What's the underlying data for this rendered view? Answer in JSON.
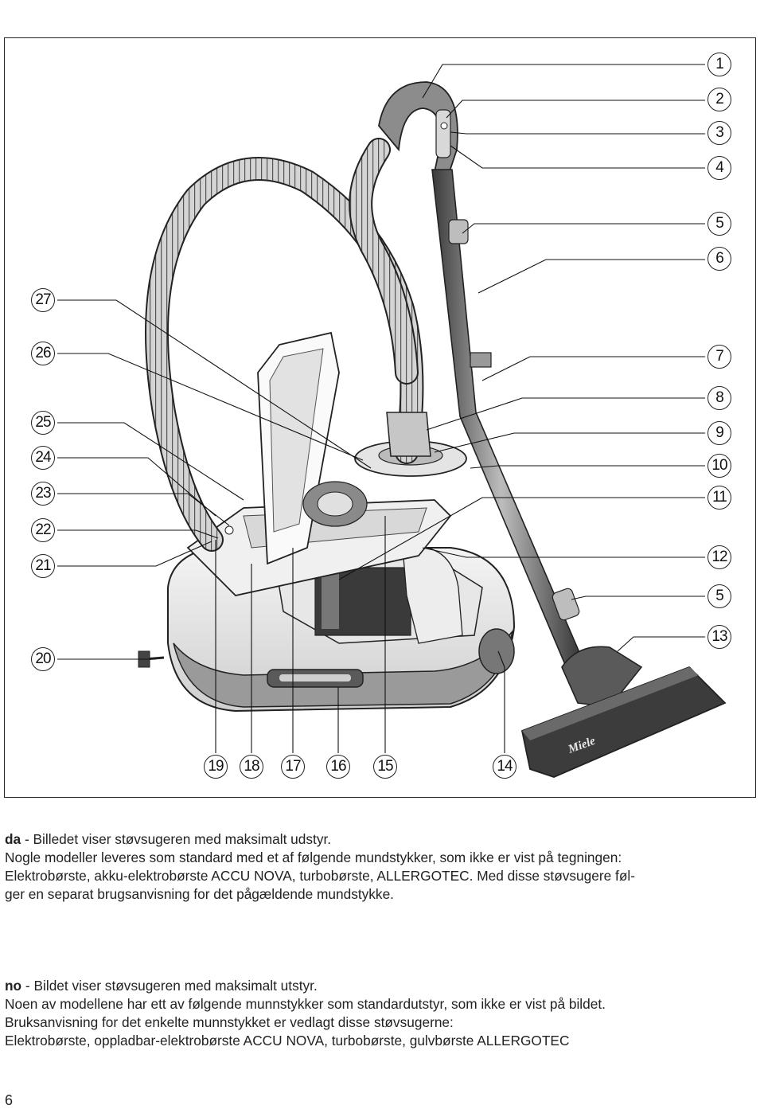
{
  "figure": {
    "callouts": [
      {
        "id": "c1",
        "label": "1"
      },
      {
        "id": "c2",
        "label": "2"
      },
      {
        "id": "c3",
        "label": "3"
      },
      {
        "id": "c4",
        "label": "4"
      },
      {
        "id": "c5a",
        "label": "5"
      },
      {
        "id": "c6",
        "label": "6"
      },
      {
        "id": "c7",
        "label": "7"
      },
      {
        "id": "c8",
        "label": "8"
      },
      {
        "id": "c9",
        "label": "9"
      },
      {
        "id": "c10",
        "label": "10"
      },
      {
        "id": "c11",
        "label": "11"
      },
      {
        "id": "c12",
        "label": "12"
      },
      {
        "id": "c5b",
        "label": "5"
      },
      {
        "id": "c13",
        "label": "13"
      },
      {
        "id": "c14",
        "label": "14"
      },
      {
        "id": "c15",
        "label": "15"
      },
      {
        "id": "c16",
        "label": "16"
      },
      {
        "id": "c17",
        "label": "17"
      },
      {
        "id": "c18",
        "label": "18"
      },
      {
        "id": "c19",
        "label": "19"
      },
      {
        "id": "c20",
        "label": "20"
      },
      {
        "id": "c21",
        "label": "21"
      },
      {
        "id": "c22",
        "label": "22"
      },
      {
        "id": "c23",
        "label": "23"
      },
      {
        "id": "c24",
        "label": "24"
      },
      {
        "id": "c25",
        "label": "25"
      },
      {
        "id": "c26",
        "label": "26"
      },
      {
        "id": "c27",
        "label": "27"
      }
    ],
    "brand_logo": "Miele"
  },
  "text_da": {
    "lang": "da",
    "intro": " - Billedet viser støvsugeren med maksimalt udstyr.",
    "line2": "Nogle modeller leveres som standard med et af følgende mundstykker, som ikke er vist på tegningen:",
    "line3": "Elektrobørste, akku-elektrobørste ACCU NOVA, turbobørste, ALLERGOTEC. Med disse støvsugere føl-",
    "line4": "ger en separat brugsanvisning for det pågældende mundstykke."
  },
  "text_no": {
    "lang": "no",
    "intro": " - Bildet viser støvsugeren med maksimalt utstyr.",
    "line2": "Noen av modellene har ett av følgende munnstykker som standardutstyr, som ikke er vist på bildet.",
    "line3": "Bruksanvisning for det enkelte munnstykket er vedlagt disse støvsugerne:",
    "line4": "Elektrobørste, oppladbar-elektrobørste ACCU NOVA, turbobørste, gulvbørste ALLERGOTEC"
  },
  "page_number": "6"
}
